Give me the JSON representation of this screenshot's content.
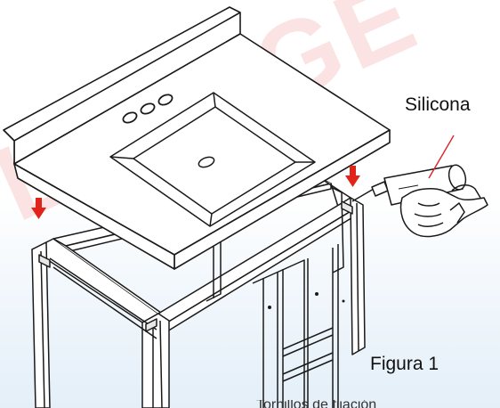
{
  "labels": {
    "silicona": "Silicona",
    "figura": "Figura 1",
    "cut_text": "Tornillos de fijación"
  },
  "watermark": {
    "text": "BRIDGE",
    "color": "#fbe3e3"
  },
  "colors": {
    "arrow": "#e2231a",
    "line": "#1a1a1a",
    "pointer": "#d8232a",
    "gradient_bottom": "#e4eff8"
  },
  "icons": [
    "down-arrow-icon",
    "down-arrow-icon",
    "silicone-tube-icon",
    "hand-icon"
  ]
}
